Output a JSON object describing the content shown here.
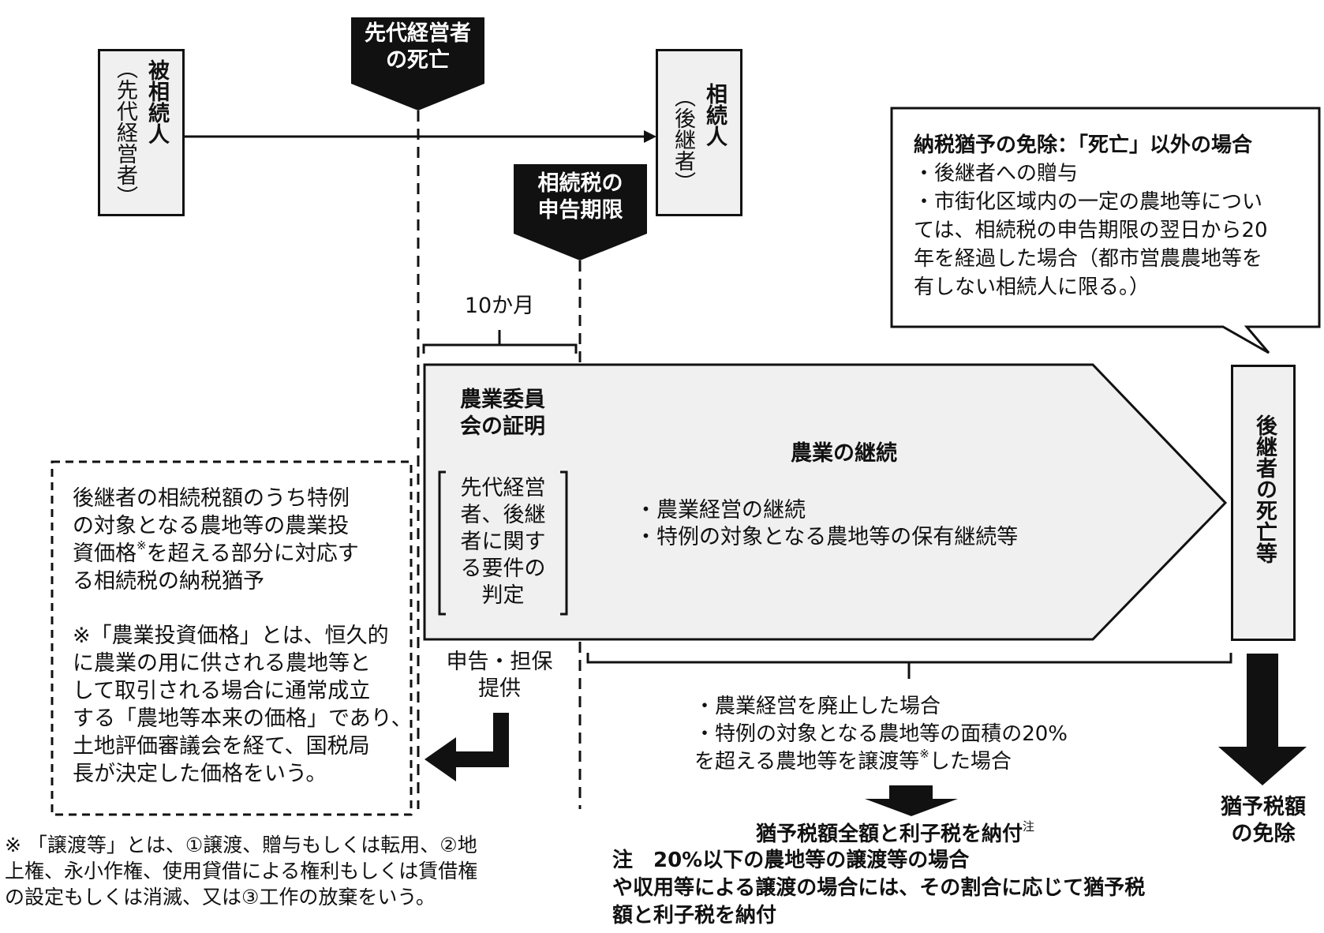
{
  "nodes": {
    "decedent": {
      "title": "被相続人",
      "sub": "（先代経営者）"
    },
    "heir": {
      "title": "相続人",
      "sub": "（後継者）"
    },
    "predecessor_death": {
      "line1": "先代経営者",
      "line2": "の死亡"
    },
    "filing_deadline": {
      "line1": "相続税の",
      "line2": "申告期限"
    },
    "successor_death": {
      "label": "後継者の死亡等"
    }
  },
  "period_label": "10か月",
  "certification": {
    "title_line1": "農業委員",
    "title_line2": "会の証明",
    "req_lines": [
      "先代経営",
      "者、後継",
      "者に関す",
      "る要件の",
      "判定"
    ]
  },
  "continuation": {
    "title": "農業の継続",
    "items": [
      "・農業経営の継続",
      "・特例の対象となる農地等の保有継続等"
    ]
  },
  "exemption_callout": {
    "title": "納税猶予の免除：「死亡」以外の場合",
    "lines": [
      "・後継者への贈与",
      "・市街化区域内の一定の農地等につい",
      "ては、相続税の申告期限の翌日から20",
      "年を経過した場合（都市営農農地等を",
      "有しない相続人に限る。）"
    ]
  },
  "deferral_box": {
    "lines": [
      "後継者の相続税額のうち特例",
      "の対象となる農地等の農業投",
      "資価格",
      "を超える部分に対応す",
      "る相続税の納税猶予"
    ],
    "mark": "※",
    "note_lines": [
      "※「農業投資価格」とは、恒久的",
      "に農業の用に供される農地等と",
      "して取引される場合に通常成立",
      "する「農地等本来の価格」であり、",
      "土地評価審議会を経て、国税局",
      "長が決定した価格をいう。"
    ]
  },
  "filing_security": {
    "line1": "申告・担保",
    "line2": "提供"
  },
  "termination": {
    "lines": [
      "・農業経営を廃止した場合",
      "・特例の対象となる農地等の面積の20%",
      "を超える農地等を譲渡等",
      "した場合"
    ],
    "mark": "※"
  },
  "payment": {
    "text": "猶予税額全額と利子税を納付",
    "mark": "注"
  },
  "payment_note": {
    "lines": [
      "注　20%以下の農地等の譲渡等の場合",
      "や収用等による譲渡の場合には、その割合に応じて猶予税",
      "額と利子税を納付"
    ]
  },
  "exemption_result": {
    "line1": "猶予税額",
    "line2": "の免除"
  },
  "footnote": {
    "lines": [
      "※ 「譲渡等」とは、①譲渡、贈与もしくは転用、②地",
      "上権、永小作権、使用貸借による権利もしくは賃借権",
      "の設定もしくは消滅、又は③工作の放棄をいう。"
    ]
  },
  "colors": {
    "box_fill": "#f0f0f0",
    "stroke": "#111111",
    "banner": "#111111",
    "banner_text": "#ffffff"
  }
}
